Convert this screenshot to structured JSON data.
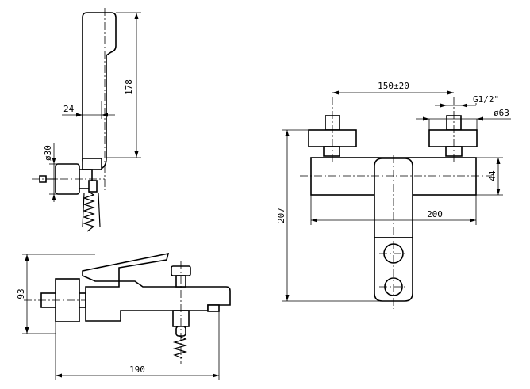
{
  "dimensions": {
    "handshower_length": "178",
    "handshower_width": "24",
    "holder_diameter": "ø30",
    "inlet_spacing": "150±20",
    "thread": "G1/2\"",
    "rosette_diameter": "ø63",
    "body_height": "44",
    "total_height": "207",
    "spout_reach": "200",
    "side_height": "93",
    "side_length": "190"
  }
}
